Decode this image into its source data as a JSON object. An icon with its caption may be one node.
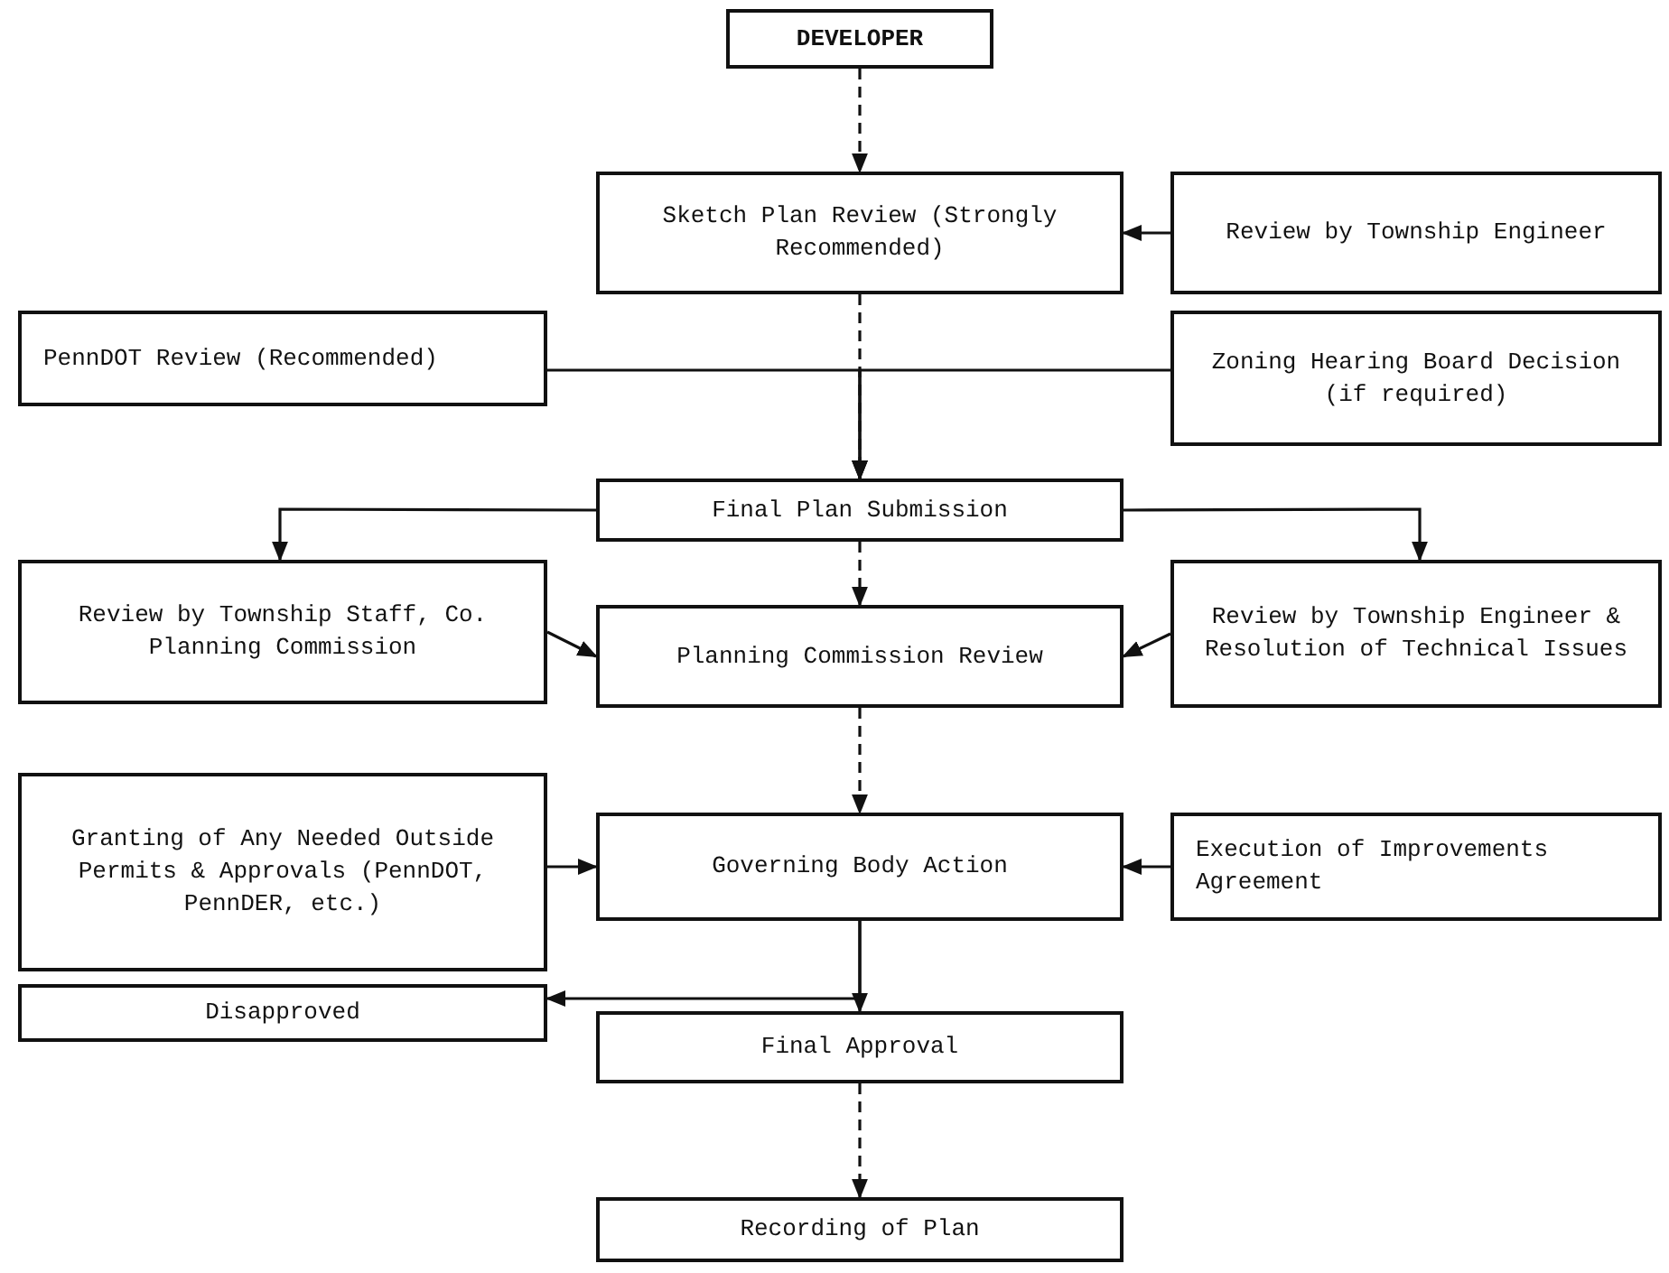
{
  "diagram": {
    "nodes": [
      {
        "text": [
          "DEVELOPER"
        ]
      },
      {
        "text": [
          "Sketch Plan Review (Strongly Recommended)"
        ]
      },
      {
        "text": [
          "Review by Township Engineer"
        ]
      },
      {
        "text": [
          "PennDOT Review (Recommended)"
        ]
      },
      {
        "text": [
          "Zoning Hearing Board Decision (if required)"
        ]
      },
      {
        "text": [
          "Final Plan Submission"
        ]
      },
      {
        "text": [
          "Review by Township Staff, Co. Planning Commission"
        ]
      },
      {
        "text": [
          "Planning Commission Review"
        ]
      },
      {
        "text": [
          "Review by Township Engineer & Resolution of Technical Issues"
        ]
      },
      {
        "text": [
          "Granting of Any Needed Outside Permits & Approvals (PennDOT, PennDER, etc.)"
        ]
      },
      {
        "text": [
          "Governing Body Action"
        ]
      },
      {
        "text": [
          "Execution of Improvements Agreement"
        ]
      },
      {
        "text": [
          "Disapproved"
        ]
      },
      {
        "text": [
          "Final Approval"
        ]
      },
      {
        "text": [
          "Recording of Plan"
        ]
      }
    ],
    "edges": [
      {
        "from": 0,
        "to": 1,
        "arrow": "to",
        "style": "dashed"
      },
      {
        "from": 2,
        "to": 1,
        "arrow": "to"
      },
      {
        "from": 1,
        "to": 5,
        "arrow": "to",
        "style": "dashed"
      },
      {
        "from": 3,
        "to": 5,
        "arrow": "to"
      },
      {
        "from": 4,
        "to": 5,
        "arrow": "to"
      },
      {
        "from": 5,
        "to": 6,
        "arrow": "to"
      },
      {
        "from": 5,
        "to": 8,
        "arrow": "to"
      },
      {
        "from": 5,
        "to": 7,
        "arrow": "to",
        "style": "dashed"
      },
      {
        "from": 6,
        "to": 7,
        "arrow": "to"
      },
      {
        "from": 8,
        "to": 7,
        "arrow": "to"
      },
      {
        "from": 7,
        "to": 10,
        "arrow": "to",
        "style": "dashed"
      },
      {
        "from": 9,
        "to": 10,
        "arrow": "to"
      },
      {
        "from": 11,
        "to": 10,
        "arrow": "to"
      },
      {
        "from": 10,
        "to": 13,
        "arrow": "to"
      },
      {
        "from": 10,
        "to": 12,
        "arrow": "to"
      },
      {
        "from": 13,
        "to": 14,
        "arrow": "to",
        "style": "dashed"
      }
    ]
  }
}
